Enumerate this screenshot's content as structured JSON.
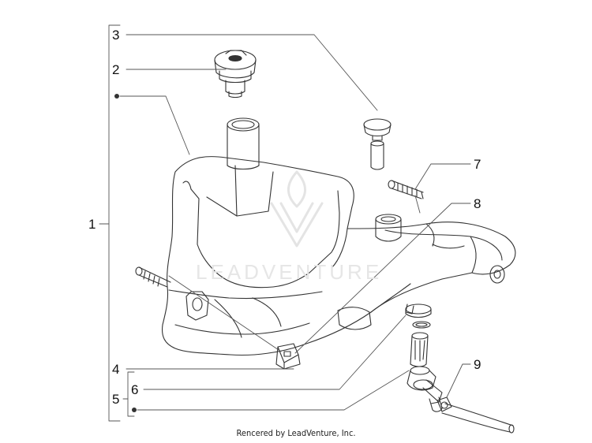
{
  "callouts": {
    "c1": "1",
    "c2": "2",
    "c3": "3",
    "c4": "4",
    "c5": "5",
    "c6": "6",
    "c7": "7",
    "c8": "8",
    "c9": "9"
  },
  "watermark": "LEADVENTURE",
  "footer": "Rencered by LeadVenture, Inc.",
  "colors": {
    "line": "#333333",
    "leader": "#555555",
    "watermark": "#e6e6e6"
  }
}
